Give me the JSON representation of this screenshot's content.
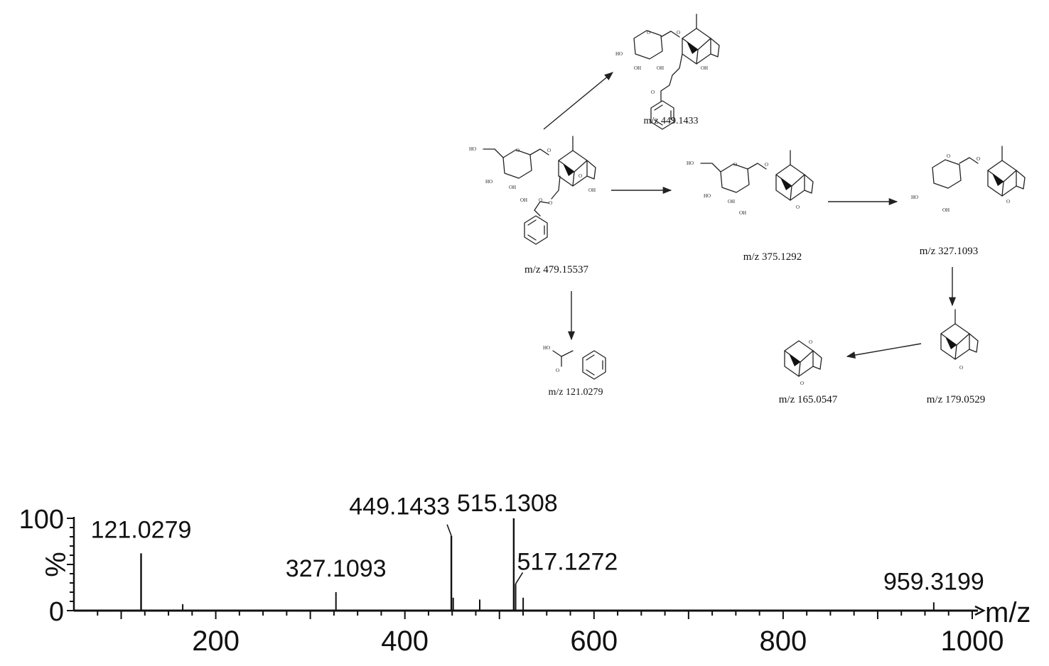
{
  "scheme": {
    "fragments": [
      {
        "id": "parent",
        "label": "m/z 479.15537"
      },
      {
        "id": "f449",
        "label": "m/z 449.1433"
      },
      {
        "id": "f375",
        "label": "m/z 375.1292"
      },
      {
        "id": "f327",
        "label": "m/z 327.1093"
      },
      {
        "id": "f121",
        "label": "m/z 121.0279"
      },
      {
        "id": "f179",
        "label": "m/z 179.0529"
      },
      {
        "id": "f165",
        "label": "m/z 165.0547"
      }
    ],
    "atoms": {
      "oh": "OH",
      "ho": "HO",
      "o": "O"
    }
  },
  "chart_data": {
    "type": "bar",
    "xlabel": "m/z",
    "ylabel": "%",
    "xlim": [
      50,
      1000
    ],
    "ylim": [
      0,
      100
    ],
    "x_ticks": [
      200,
      400,
      600,
      800,
      1000
    ],
    "y_ticks": [
      0,
      100
    ],
    "peaks": [
      {
        "mz": 121.0279,
        "intensity": 62,
        "label": "121.0279"
      },
      {
        "mz": 165.05,
        "intensity": 7,
        "label": ""
      },
      {
        "mz": 327.1093,
        "intensity": 20,
        "label": "327.1093"
      },
      {
        "mz": 449.1433,
        "intensity": 81,
        "label": "449.1433"
      },
      {
        "mz": 451.1,
        "intensity": 14,
        "label": ""
      },
      {
        "mz": 479.15,
        "intensity": 12,
        "label": ""
      },
      {
        "mz": 515.1308,
        "intensity": 100,
        "label": "515.1308"
      },
      {
        "mz": 517.1272,
        "intensity": 29,
        "label": "517.1272"
      },
      {
        "mz": 525.1,
        "intensity": 14,
        "label": ""
      },
      {
        "mz": 959.3199,
        "intensity": 9,
        "label": "959.3199"
      }
    ]
  }
}
